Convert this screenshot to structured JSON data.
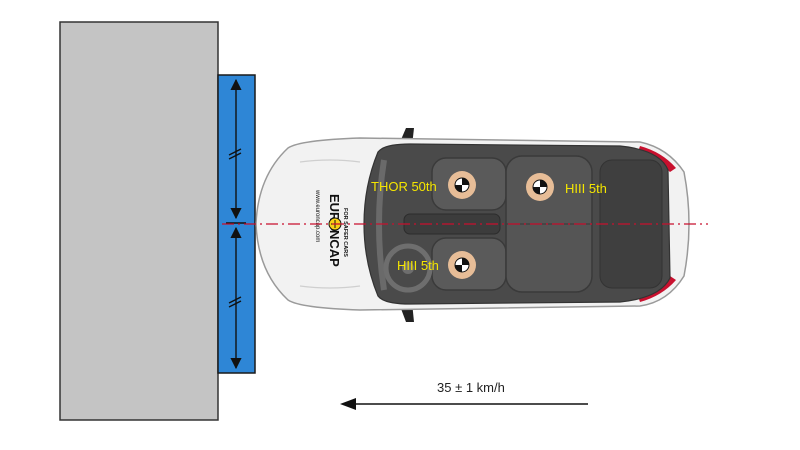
{
  "colors": {
    "barrier_wall": "#c4c4c4",
    "barrier_face": "#2e86d6",
    "car_body": "#f2f2f2",
    "interior": "#4a4a4a",
    "centerline": "#c8102e",
    "seat": "#5a5a5a",
    "dummy_head": "#e7bd97",
    "dummy_label": "#f5e600",
    "logo_yellow": "#f7d117"
  },
  "dummies": {
    "driver_label": "THOR 50th",
    "rear_label": "HIII 5th",
    "passenger_label": "HIII 5th"
  },
  "speed": {
    "label": "35 ± 1 km/h"
  },
  "logo": {
    "line1": "EURO",
    "line2": "NCAP",
    "tagline": "FOR SAFER CARS",
    "website": "www.euroncap.com"
  }
}
